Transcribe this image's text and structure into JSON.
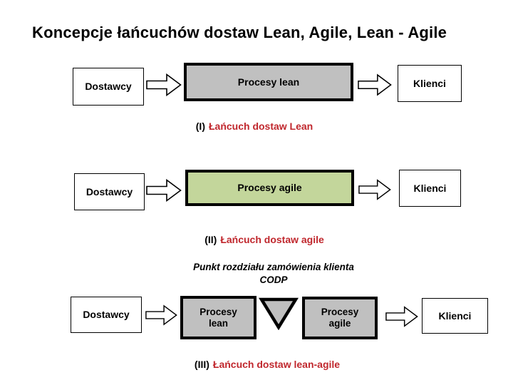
{
  "title": "Koncepcje łańcuchów dostaw Lean, Agile, Lean - Agile",
  "row1": {
    "supplier": "Dostawcy",
    "process": "Procesy lean",
    "customer": "Klienci",
    "caption_prefix": "(I)",
    "caption": "Łańcuch dostaw Lean"
  },
  "row2": {
    "supplier": "Dostawcy",
    "process": "Procesy agile",
    "customer": "Klienci",
    "caption_prefix": "(II)",
    "caption": "Łańcuch dostaw agile"
  },
  "codp": {
    "line1": "Punkt rozdziału zamówienia klienta",
    "line2": "CODP"
  },
  "row3": {
    "supplier": "Dostawcy",
    "process_lean_line1": "Procesy",
    "process_lean_line2": "lean",
    "process_agile_line1": "Procesy",
    "process_agile_line2": "agile",
    "customer": "Klienci",
    "caption_prefix": "(III)",
    "caption": "Łańcuch dostaw lean-agile"
  },
  "colors": {
    "lean_process_fill": "#C0C0C0",
    "agile_process_fill": "#C3D69B",
    "caption_red": "#C0272D",
    "box_border": "#000000"
  },
  "icons": {
    "arrow_right": "block-arrow-right",
    "codp_marker": "inverted-triangle"
  }
}
